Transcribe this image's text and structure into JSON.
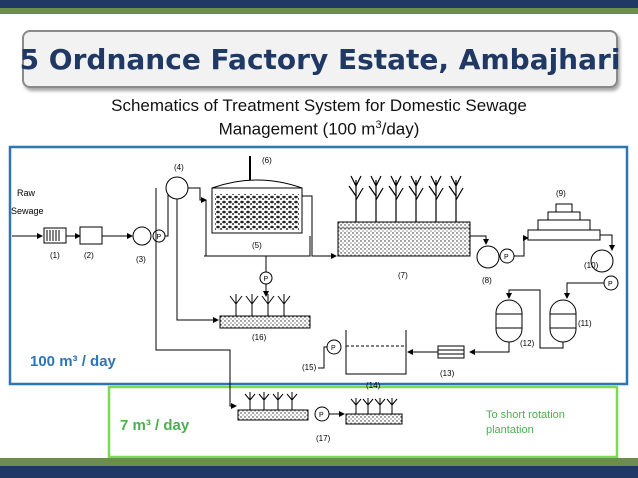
{
  "title": "5 Ordnance Factory Estate, Ambajhari",
  "subtitle_line1": "Schematics of Treatment System for Domestic Sewage",
  "subtitle_line2_prefix": "Management (100 m",
  "subtitle_line2_sup": "3",
  "subtitle_line2_suffix": "/day)",
  "colors": {
    "navy": "#1f3864",
    "olive_green": "#6b8e4e",
    "blue_frame": "#2e75b6",
    "green_frame": "#7ed957",
    "flow_label_blue": "#2e75b6",
    "flow_label_green": "#4caf50"
  },
  "diagram": {
    "raw_sewage_line1": "Raw",
    "raw_sewage_line2": "Sewage",
    "unit_labels": [
      "(1)",
      "(2)",
      "(3)",
      "(4)",
      "(5)",
      "(6)",
      "(7)",
      "(8)",
      "(9)",
      "(10)",
      "(11)",
      "(12)",
      "(13)",
      "(14)",
      "(15)",
      "(16)",
      "(17)"
    ],
    "pump_label": "P",
    "main_flow": "100 m³ / day",
    "side_flow": "7 m³ / day",
    "plantation_line1": "To short rotation",
    "plantation_line2": "plantation"
  }
}
